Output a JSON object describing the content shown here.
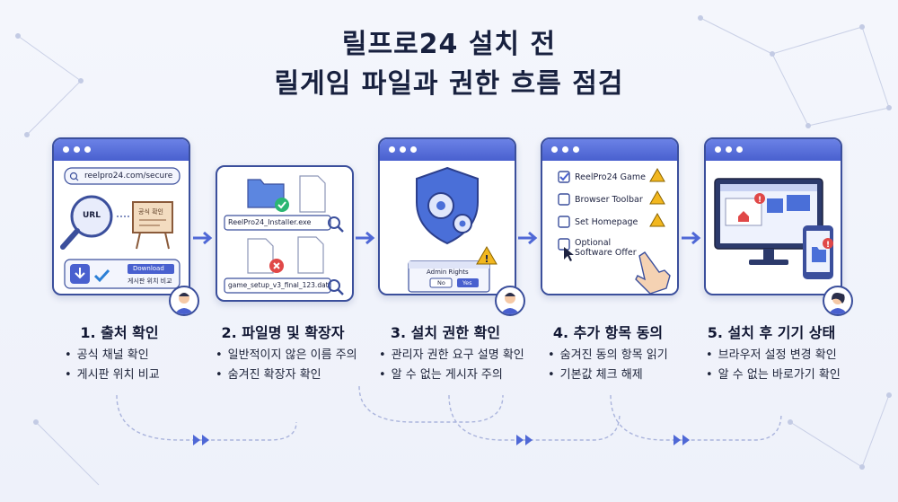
{
  "title": {
    "line1": "릴프로24 설치 전",
    "line2": "릴게임 파일과 권한 흐름 점검"
  },
  "colors": {
    "accent": "#4960cf",
    "frame": "#3b4f9c",
    "warning": "#f2b71f",
    "ok": "#2bb673",
    "danger": "#e04848"
  },
  "steps": [
    {
      "title": "1. 출처 확인",
      "bullets": [
        "공식 채널 확인",
        "게시판 위치 비교"
      ],
      "card": {
        "url_text": "reelpro24.com/secure",
        "url_label": "URL",
        "board_text": "공식 확인",
        "download_text": "Download",
        "board_compare": "게시판 위치 비교"
      },
      "icons": [
        "magnifier-icon",
        "board-sign-icon",
        "download-icon",
        "check-icon"
      ]
    },
    {
      "title": "2. 파일명 및 확장자",
      "bullets": [
        "일반적이지 않은 이름 주의",
        "숨겨진 확장자 확인"
      ],
      "card": {
        "file_good": "ReelPro24_Installer.exe",
        "file_bad": "game_setup_v3_final_123.dat"
      },
      "icons": [
        "folder-icon",
        "file-icon",
        "check-icon",
        "x-icon",
        "magnifier-icon"
      ]
    },
    {
      "title": "3. 설치 권한 확인",
      "bullets": [
        "관리자 권한 요구 설명 확인",
        "알 수 없는 게시자 주의"
      ],
      "card": {
        "dialog_title": "Admin Rights",
        "btn_no": "No",
        "btn_yes": "Yes"
      },
      "icons": [
        "shield-gear-icon",
        "warning-icon"
      ]
    },
    {
      "title": "4. 추가 항목 동의",
      "bullets": [
        "숨겨진 동의 항목 읽기",
        "기본값 체크 해제"
      ],
      "card": {
        "options": [
          {
            "label": "ReelPro24 Game",
            "checked": true,
            "warning": true
          },
          {
            "label": "Browser Toolbar",
            "checked": false,
            "warning": true
          },
          {
            "label": "Set Homepage",
            "checked": false,
            "warning": true
          },
          {
            "label": "Optional Software Offer",
            "checked": false,
            "warning": false
          }
        ]
      },
      "icons": [
        "checkbox-icon",
        "warning-icon",
        "pointer-hand-icon"
      ]
    },
    {
      "title": "5. 설치 후 기기 상태",
      "bullets": [
        "브라우저 설정 변경 확인",
        "알 수 없는 바로가기 확인"
      ],
      "card": {},
      "icons": [
        "monitor-icon",
        "phone-icon",
        "warning-icon"
      ]
    }
  ]
}
